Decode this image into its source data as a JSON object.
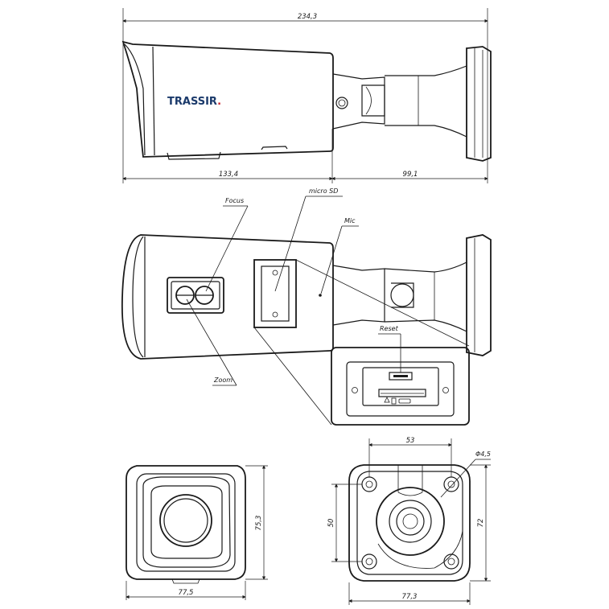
{
  "brand": {
    "logo_main": "TRASSIR",
    "logo_dot": "."
  },
  "dimensions": {
    "total_length": "234,3",
    "body_length": "133,4",
    "mount_length": "99,1",
    "front_width": "77,5",
    "front_height": "75,3",
    "base_hole_spacing_x": "53",
    "base_hole_spacing_y": "50",
    "base_hole_diameter": "Φ4,5",
    "base_width": "77,3",
    "base_height": "72"
  },
  "callouts": {
    "focus": "Focus",
    "zoom": "Zoom",
    "micro_sd": "micro SD",
    "mic": "Mic",
    "reset": "Reset"
  }
}
